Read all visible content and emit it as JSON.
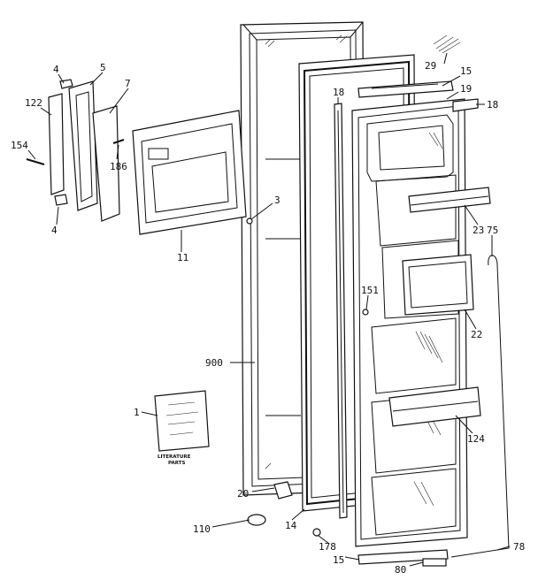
{
  "diagram": {
    "labels": [
      {
        "id": "p4a",
        "text": "4"
      },
      {
        "id": "p5",
        "text": "5"
      },
      {
        "id": "p7",
        "text": "7"
      },
      {
        "id": "p122",
        "text": "122"
      },
      {
        "id": "p154",
        "text": "154"
      },
      {
        "id": "p186",
        "text": "186"
      },
      {
        "id": "p4b",
        "text": "4"
      },
      {
        "id": "p11",
        "text": "11"
      },
      {
        "id": "p3",
        "text": "3"
      },
      {
        "id": "p900",
        "text": "900"
      },
      {
        "id": "p1",
        "text": "1"
      },
      {
        "id": "p20",
        "text": "20"
      },
      {
        "id": "p110",
        "text": "110"
      },
      {
        "id": "p14",
        "text": "14"
      },
      {
        "id": "p178",
        "text": "178"
      },
      {
        "id": "p15a",
        "text": "15"
      },
      {
        "id": "p80",
        "text": "80"
      },
      {
        "id": "p78",
        "text": "78"
      },
      {
        "id": "p29",
        "text": "29"
      },
      {
        "id": "p15b",
        "text": "15"
      },
      {
        "id": "p19",
        "text": "19"
      },
      {
        "id": "p18a",
        "text": "18"
      },
      {
        "id": "p18b",
        "text": "18"
      },
      {
        "id": "p151",
        "text": "151"
      },
      {
        "id": "p23",
        "text": "23"
      },
      {
        "id": "p75",
        "text": "75"
      },
      {
        "id": "p22",
        "text": "22"
      },
      {
        "id": "p124",
        "text": "124"
      }
    ],
    "literature": {
      "caption_line1": "LITERATURE",
      "caption_line2": "PARTS"
    }
  }
}
